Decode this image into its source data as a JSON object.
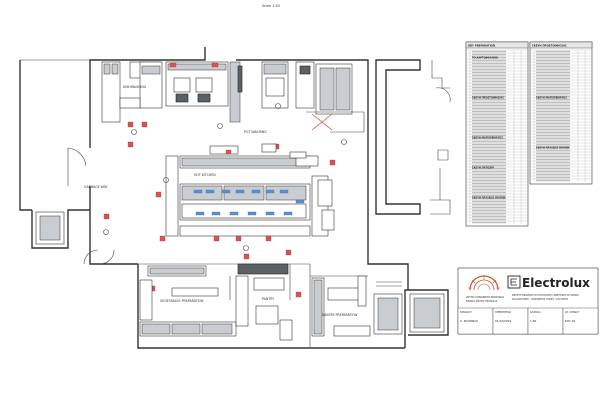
{
  "scale_label": "Scale 1:50",
  "areas": {
    "dishwashing": "DISHWASHING",
    "pot_washing": "POT WASHING",
    "hot_kitchen": "HOT KITCHEN",
    "garbage_way": "GARBAGE WAY",
    "pantry": "PANTRY",
    "vegetables_preparation": "VEGETABLES PREPARATION",
    "bakery_preparation": "BAKERY PREPARATION"
  },
  "equipment_tables": [
    {
      "title": "DRY PREPARATION",
      "sections": [
        "ΤΟ ΧΑΡΤΟΦΥΛΑΚΙΟ",
        "ΣΚΕΥΗ ΠΡΟΕΤΟΙΜΑΣΙΑΣ",
        "ΣΚΕΥΗ ΜΑΓΕΙΡΕΜΑΤΟΣ",
        "ΣΚΕΥΗ ΠΑΤΙΣΕΡΙ",
        "ΣΚΕΥΗ ΠΛΥΣΕΩΣ ΠΙΑΤΩΝ"
      ]
    },
    {
      "title": "ΣΚΕΥΗ ΠΡΟΕΤΟΙΜΑΣΙΑΣ",
      "sections": [
        "ΣΚΕΥΗ ΜΑΓΕΙΡΕΜΑΤΟΣ",
        "ΣΚΕΥΗ ΠΛΥΣΕΩΣ ΠΙΑΤΩΝ"
      ]
    }
  ],
  "title_block": {
    "brand": "Electrolux",
    "client_lines": [
      "ΙΔΡΥΜΑ ΚΟΙΝΩΝΙΚΗΣ ΦΡΟΝΤΙΔΑΣ",
      "ΕΘΝΙΚΟ ΙΔΡΥΜΑ ΠΡΟΝΟΙΑΣ"
    ],
    "project_lines": [
      "ΜΕΛΕΤΗ ΕΦΑΡΜΟΓΗΣ ΕΞΟΠΛΙΣΜΟΥ ΚΕΝΤΡΙΚΗΣ ΚΟΥΖΙΝΑΣ",
      "ΚΑΤΑΚΟΡΥΦΕΣ - ΟΡΙΖΟΝΤΙΕΣ ΤΟΜΕΣ - ΚΑΤΟΨΕΙΣ"
    ],
    "cells": [
      {
        "label": "ΣΧΕΔΙΑΣΗ",
        "value": "Λ. ΚΟΥΖΙΝΑΣ"
      },
      {
        "label": "ΗΜΕΡΟΜΗΝΙΑ",
        "value": "01/12/2019"
      },
      {
        "label": "ΚΛΙΜΑΚΑ",
        "value": "1:50"
      },
      {
        "label": "ΑΡ. ΣΧΕΔΙΟΥ",
        "value": "ΚΟΥ-01"
      }
    ]
  }
}
